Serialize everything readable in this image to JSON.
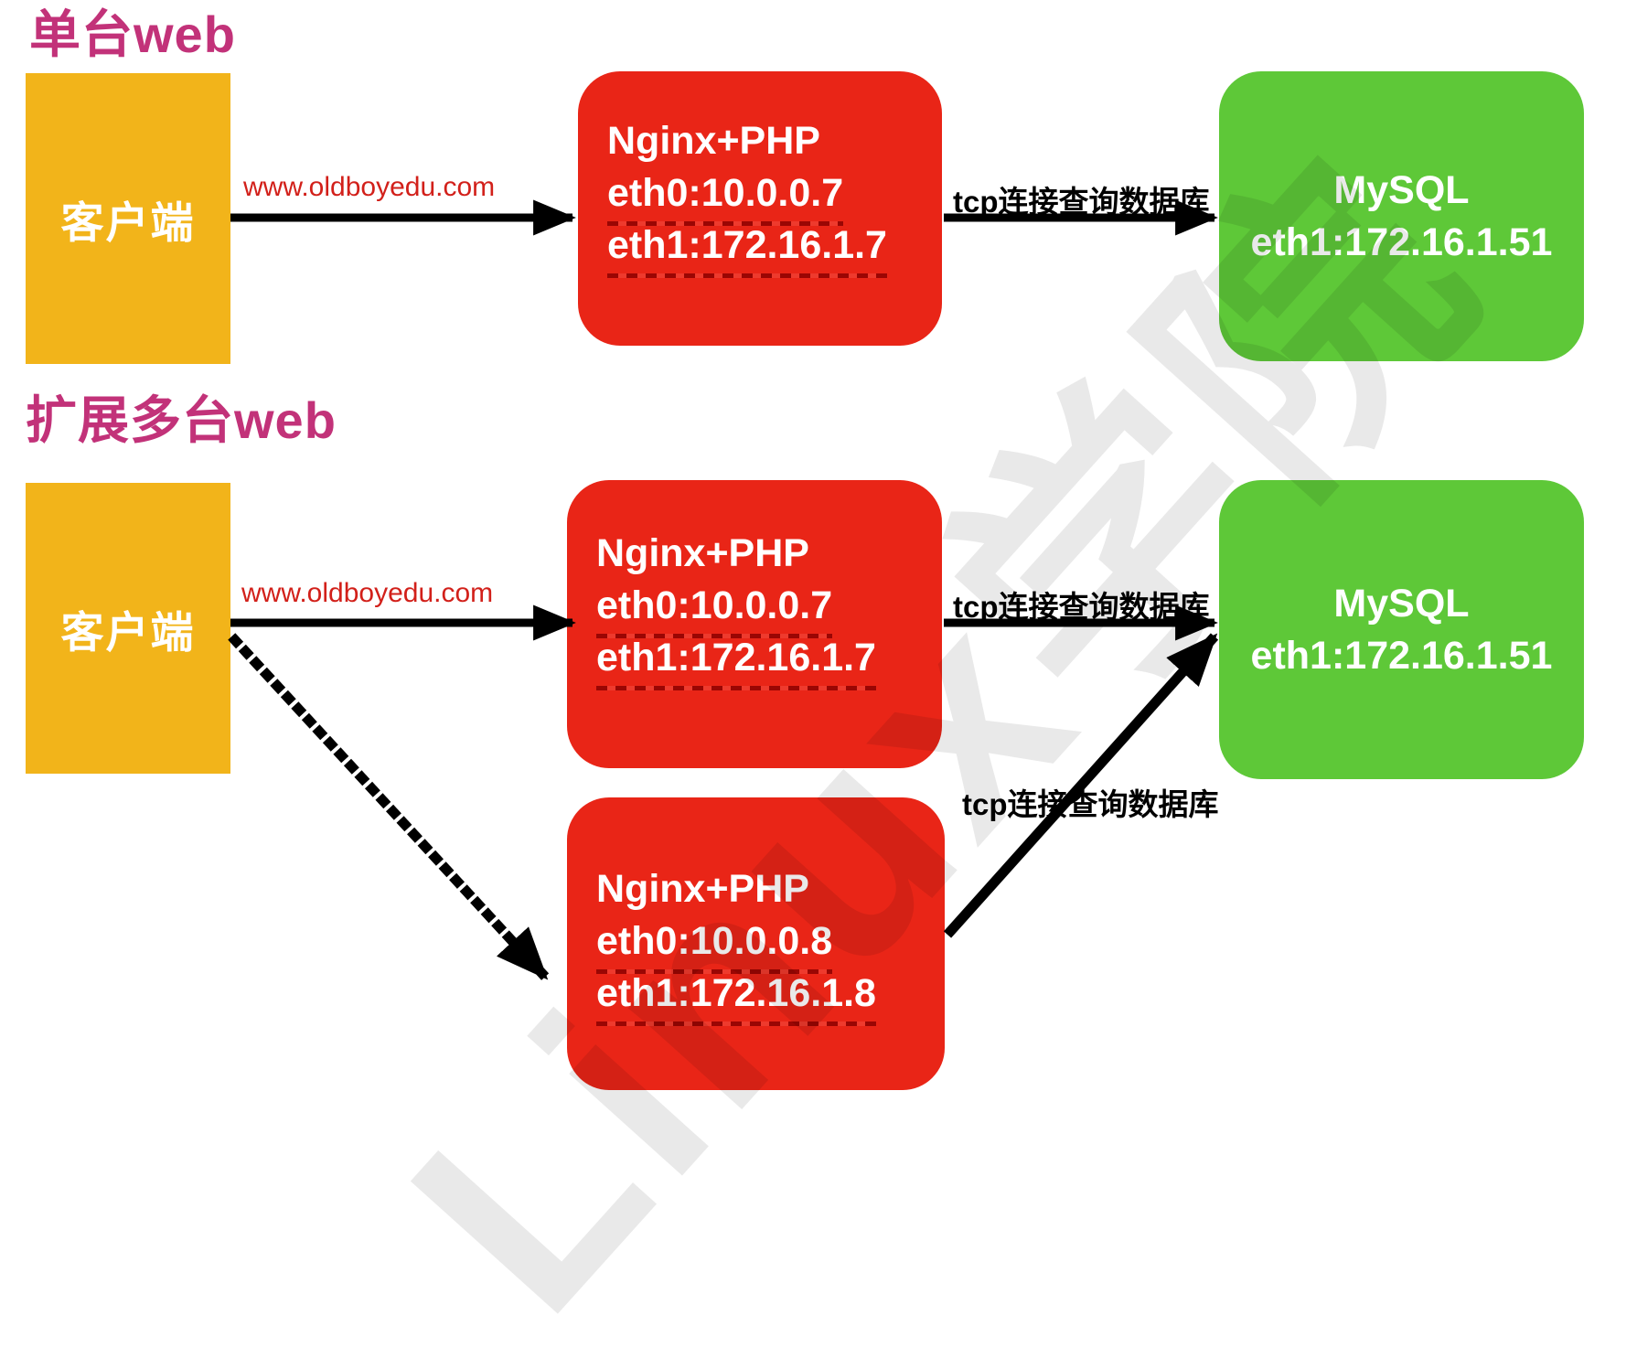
{
  "diagram": {
    "watermark": "Linux学院",
    "colors": {
      "client_box": "#f2b41a",
      "web_box": "#e92517",
      "db_box": "#5ec838",
      "section_title": "#c23279",
      "url_label": "#d2201a",
      "arrow": "#000000"
    },
    "s1": {
      "title": "单台web",
      "client": "客户端",
      "url": "www.oldboyedu.com",
      "web": [
        "Nginx+PHP",
        "eth0:10.0.0.7",
        "eth1:172.16.1.7"
      ],
      "tcp": "tcp连接查询数据库",
      "db": [
        "MySQL",
        "eth1:172.16.1.51"
      ]
    },
    "s2": {
      "title": "扩展多台web",
      "client": "客户端",
      "url": "www.oldboyedu.com",
      "web1": [
        "Nginx+PHP",
        "eth0:10.0.0.7",
        "eth1:172.16.1.7"
      ],
      "web2": [
        "Nginx+PHP",
        "eth0:10.0.0.8",
        "eth1:172.16.1.8"
      ],
      "tcp1": "tcp连接查询数据库",
      "tcp2": "tcp连接查询数据库",
      "db": [
        "MySQL",
        "eth1:172.16.1.51"
      ]
    }
  }
}
